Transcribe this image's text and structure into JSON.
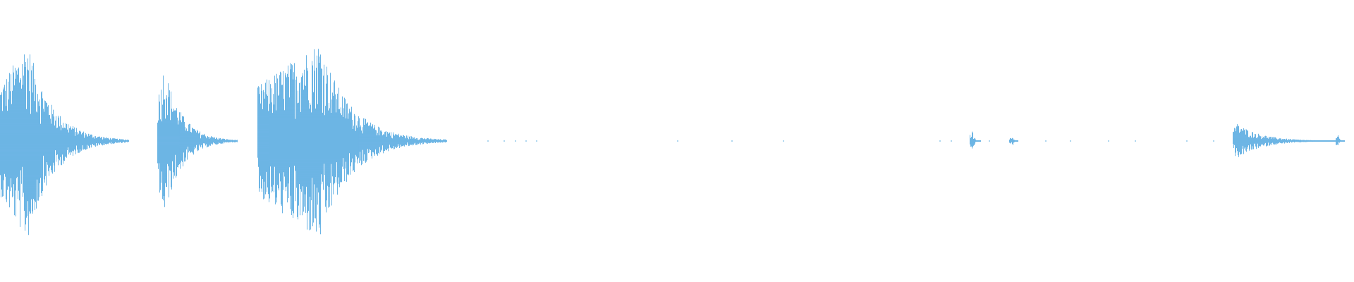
{
  "waveform": {
    "color": "#5dade2",
    "background": "#ffffff",
    "bursts": [
      {
        "start": 0.0,
        "peak": 0.02,
        "end": 0.095,
        "amp": 0.95
      },
      {
        "start": 0.116,
        "peak": 0.121,
        "end": 0.175,
        "amp": 0.72
      },
      {
        "start": 0.19,
        "peak": 0.236,
        "end": 0.33,
        "amp": 0.95
      },
      {
        "start": 0.716,
        "peak": 0.718,
        "end": 0.724,
        "amp": 0.1
      },
      {
        "start": 0.745,
        "peak": 0.748,
        "end": 0.752,
        "amp": 0.04
      },
      {
        "start": 0.91,
        "peak": 0.913,
        "end": 0.99,
        "amp": 0.17
      },
      {
        "start": 0.986,
        "peak": 0.988,
        "end": 0.993,
        "amp": 0.06
      }
    ],
    "specks": [
      0.36,
      0.372,
      0.38,
      0.388,
      0.396,
      0.5,
      0.54,
      0.578,
      0.694,
      0.702,
      0.73,
      0.772,
      0.79,
      0.818,
      0.838,
      0.876,
      0.896
    ]
  }
}
